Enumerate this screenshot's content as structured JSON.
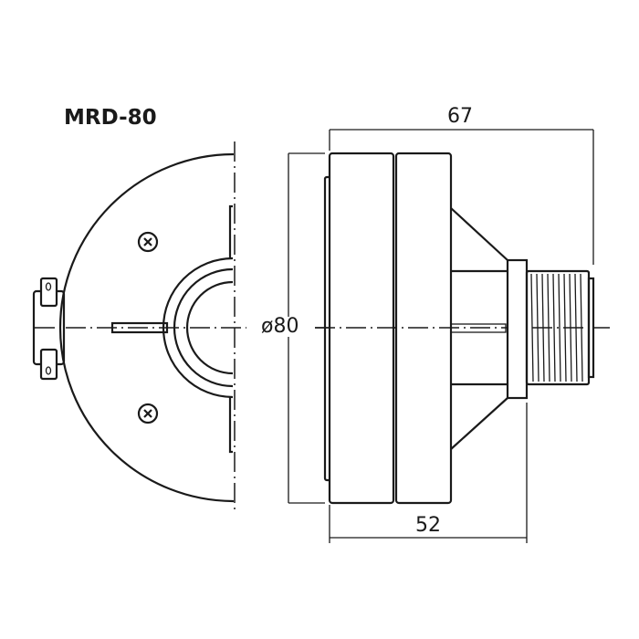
{
  "title": "MRD-80",
  "dimensions": {
    "overall_length": "67",
    "diameter": "ø80",
    "body_length": "52"
  }
}
